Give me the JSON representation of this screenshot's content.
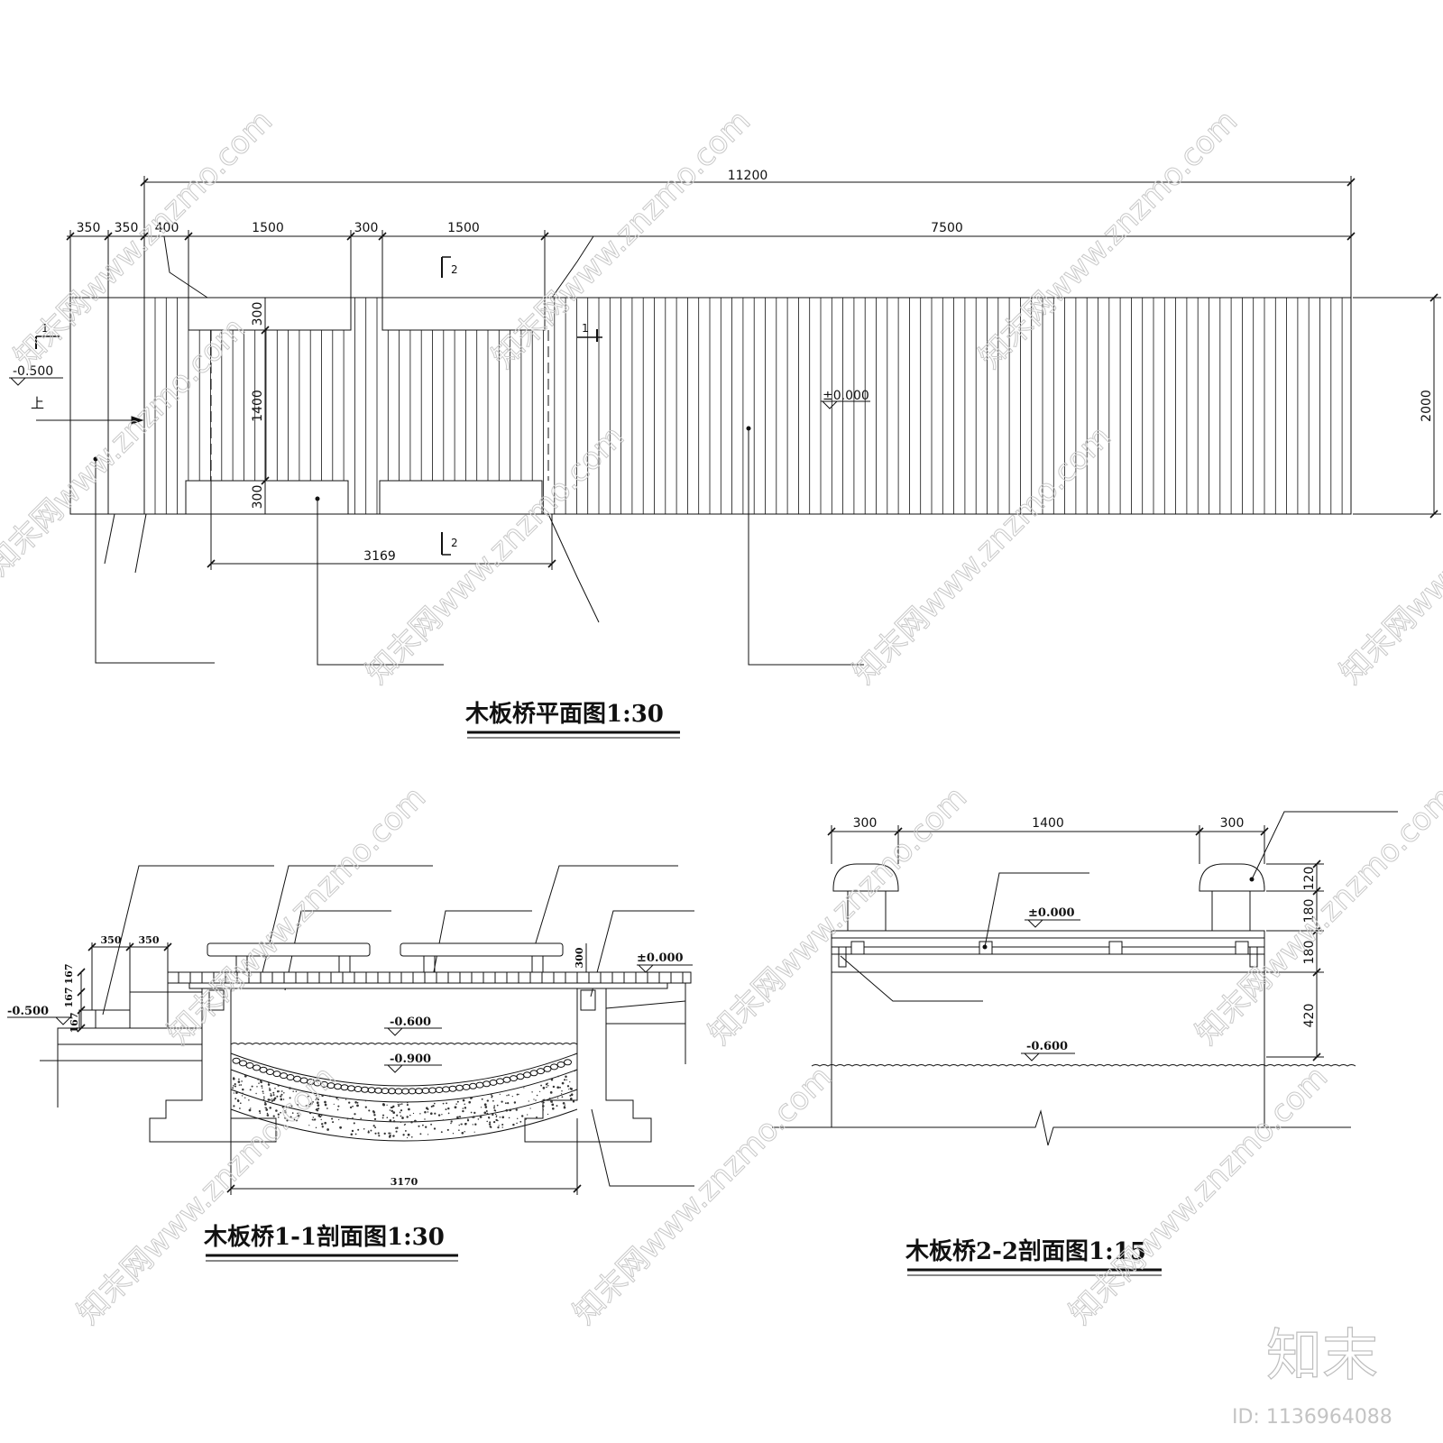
{
  "plan": {
    "title": "木板桥平面图1:30",
    "dims_top": [
      "350",
      "350",
      "400",
      "1500",
      "300",
      "1500",
      "7500"
    ],
    "dim_overall": "11200",
    "dim_right": "2000",
    "dim_bench_top": "300",
    "dim_bench_mid": "1400",
    "dim_bench_bot": "300",
    "dim_bottom": "3169",
    "elev_left": "-0.500",
    "elev_deck": "±0.000",
    "up_label": "上",
    "section_1": "1",
    "section_2": "2"
  },
  "section_1_1": {
    "title": "木板桥1-1剖面图1:30",
    "dim_step_a": "350",
    "dim_step_b": "350",
    "dim_rise_a": "167",
    "dim_rise_b": "167",
    "dim_rise_c": "167",
    "dim_bench": "300",
    "dim_span": "3170",
    "elev_left": "-0.500",
    "elev_deck": "±0.000",
    "elev_water": "-0.600",
    "elev_bottom": "-0.900"
  },
  "section_2_2": {
    "title": "木板桥2-2剖面图1:15",
    "dim_left": "300",
    "dim_mid": "1400",
    "dim_right": "300",
    "dim_v1": "120",
    "dim_v2": "180",
    "dim_v3": "180",
    "dim_v4": "420",
    "elev_deck": "±0.000",
    "elev_water": "-0.600"
  },
  "watermark": {
    "text": "知末网www.znzmo.com",
    "logo": "知末",
    "id": "ID: 1136964088"
  }
}
